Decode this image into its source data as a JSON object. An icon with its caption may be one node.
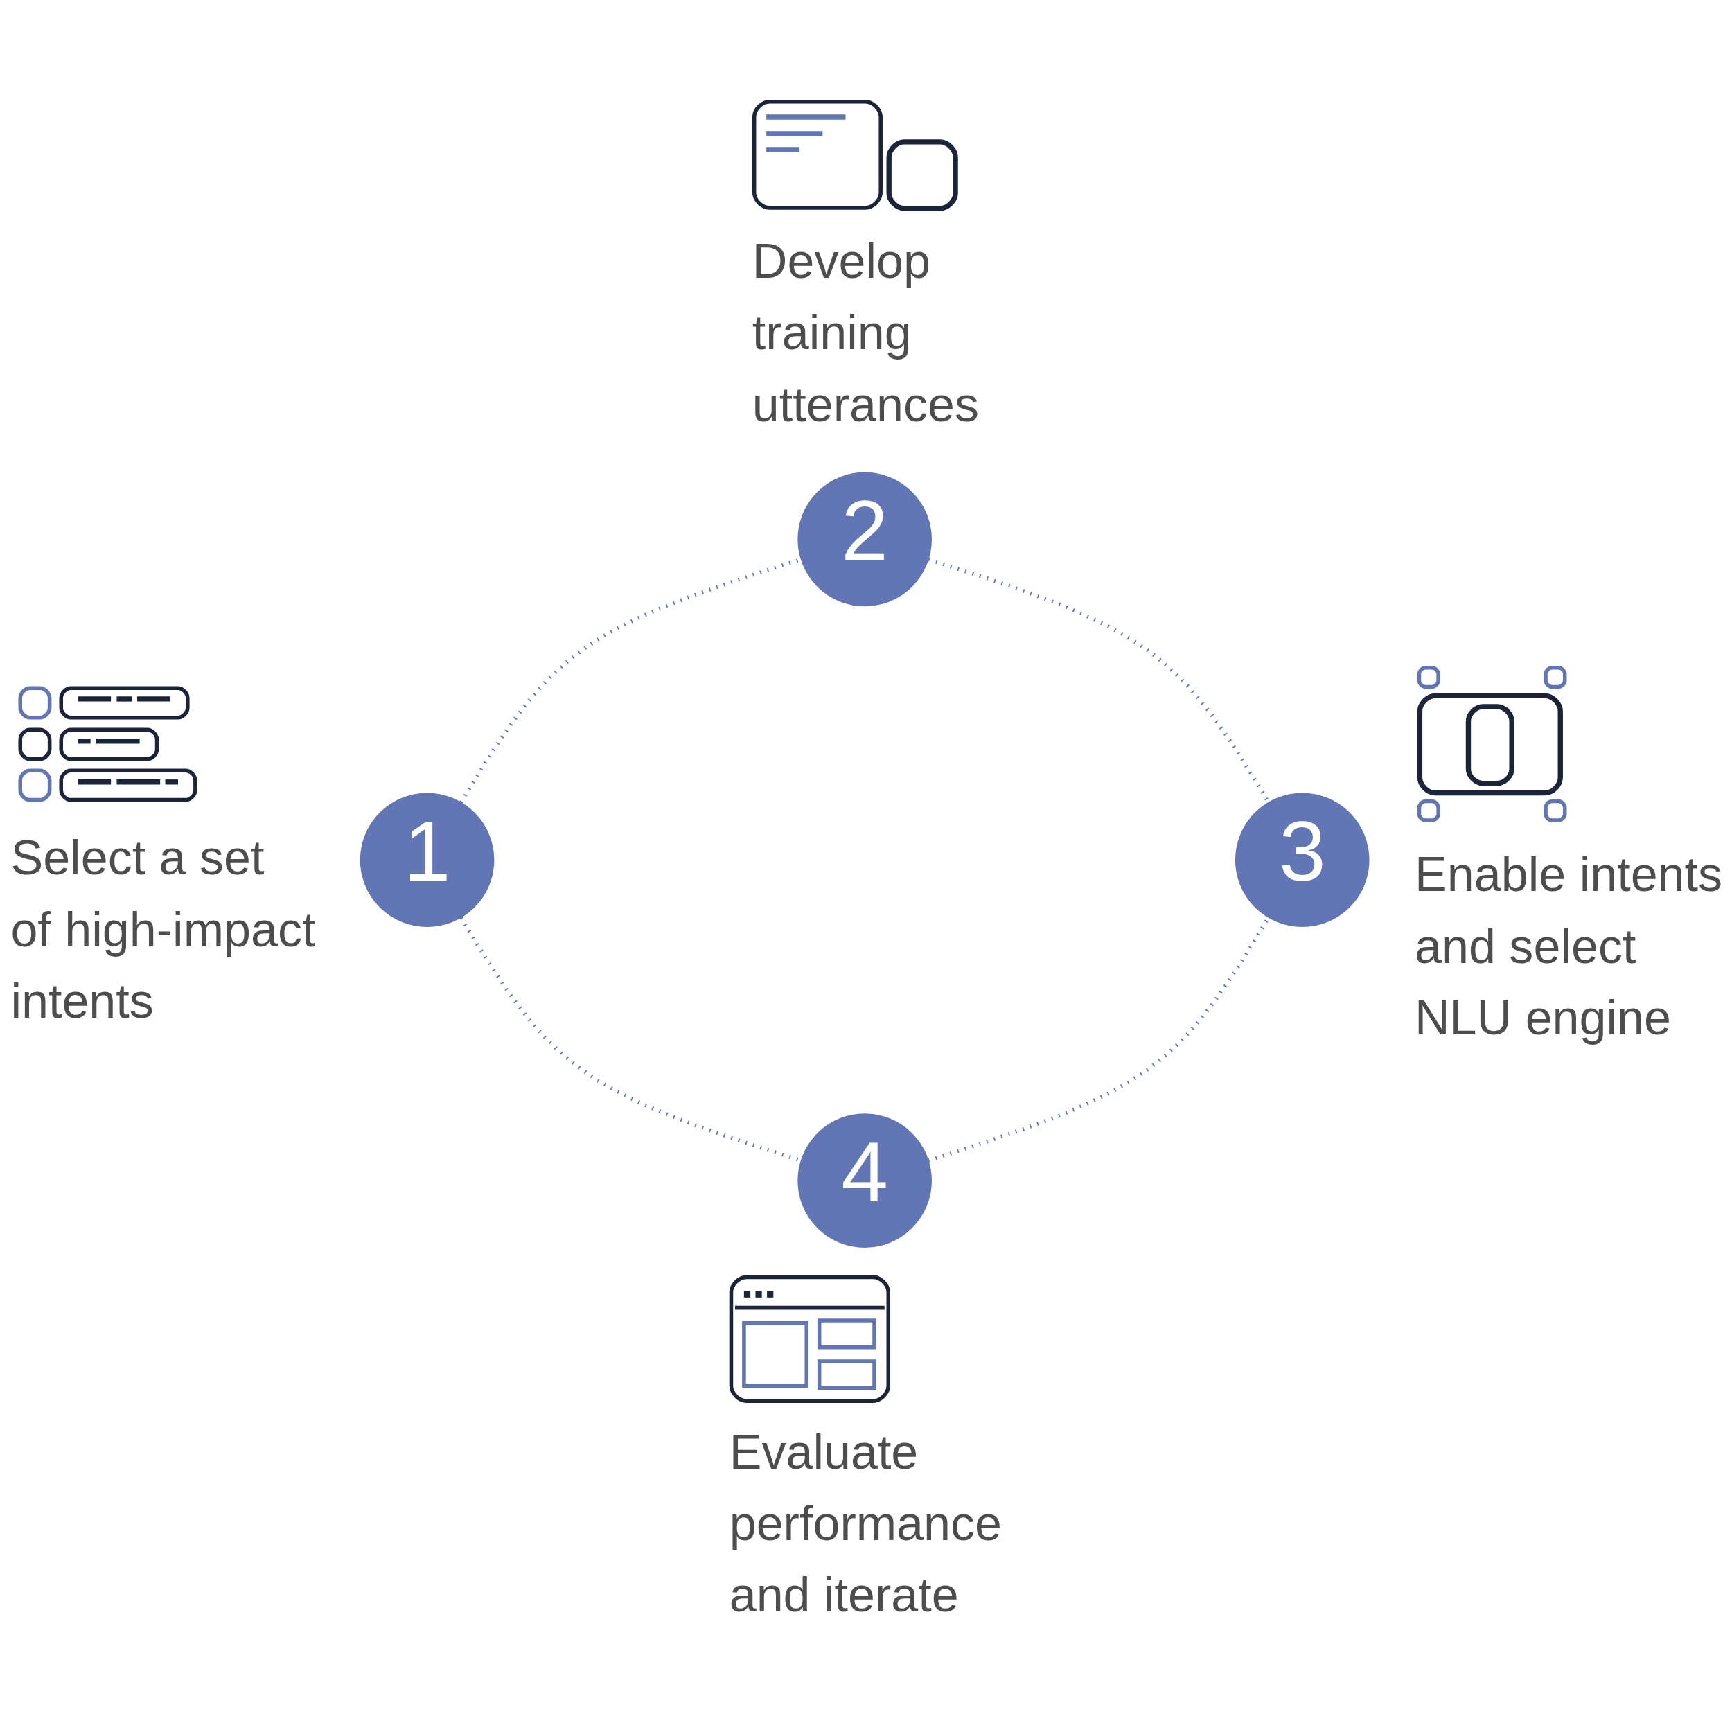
{
  "diagram": {
    "nodes": [
      {
        "text": [
          "1"
        ],
        "beside": [
          "Select a set of high-impact intents"
        ]
      },
      {
        "text": [
          "2"
        ],
        "beside": [
          "Develop training utterances"
        ]
      },
      {
        "text": [
          "3"
        ],
        "beside": [
          "Enable intents and select NLU engine"
        ]
      },
      {
        "text": [
          "4"
        ],
        "beside": [
          "Evaluate performance and iterate"
        ]
      }
    ],
    "edges": [
      {
        "from": 0,
        "to": 1,
        "arrow": "none",
        "style": "dashed"
      },
      {
        "from": 1,
        "to": 2,
        "arrow": "none",
        "style": "dashed"
      },
      {
        "from": 2,
        "to": 3,
        "arrow": "none",
        "style": "dashed"
      },
      {
        "from": 3,
        "to": 0,
        "arrow": "none",
        "style": "dashed"
      }
    ]
  }
}
